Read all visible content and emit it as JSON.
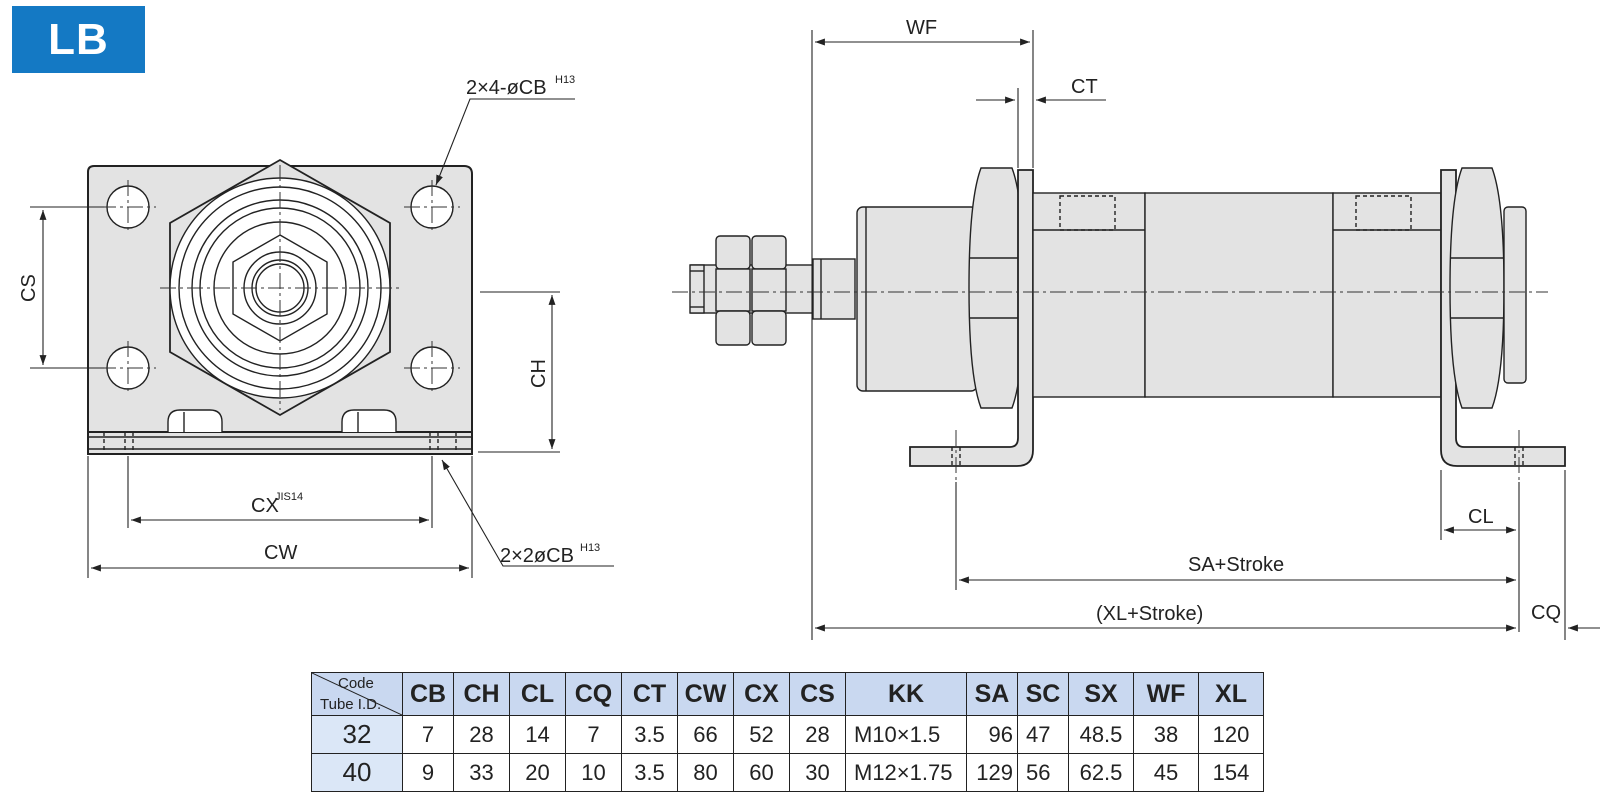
{
  "badge": "LB",
  "labels": {
    "cb4": "2×4-øCB",
    "cb4_sup": "H13",
    "cb2": "2×2øCB",
    "cb2_sup": "H13",
    "cs": "CS",
    "ch": "CH",
    "cx": "CX",
    "cx_sup": "JIS14",
    "cw": "CW",
    "wf": "WF",
    "ct": "CT",
    "cl": "CL",
    "sa": "SA+Stroke",
    "xl": "(XL+Stroke)",
    "cq": "CQ"
  },
  "table": {
    "corner_top": "Code",
    "corner_bottom": "Tube I.D.",
    "headers": [
      "CB",
      "CH",
      "CL",
      "CQ",
      "CT",
      "CW",
      "CX",
      "CS",
      "KK",
      "SA",
      "SC",
      "SX",
      "WF",
      "XL"
    ],
    "rows": [
      {
        "id": "32",
        "cells": [
          "7",
          "28",
          "14",
          "7",
          "3.5",
          "66",
          "52",
          "28",
          "M10×1.5",
          "96",
          "47",
          "48.5",
          "38",
          "120"
        ]
      },
      {
        "id": "40",
        "cells": [
          "9",
          "33",
          "20",
          "10",
          "3.5",
          "80",
          "60",
          "30",
          "M12×1.75",
          "129",
          "56",
          "62.5",
          "45",
          "154"
        ]
      }
    ]
  }
}
